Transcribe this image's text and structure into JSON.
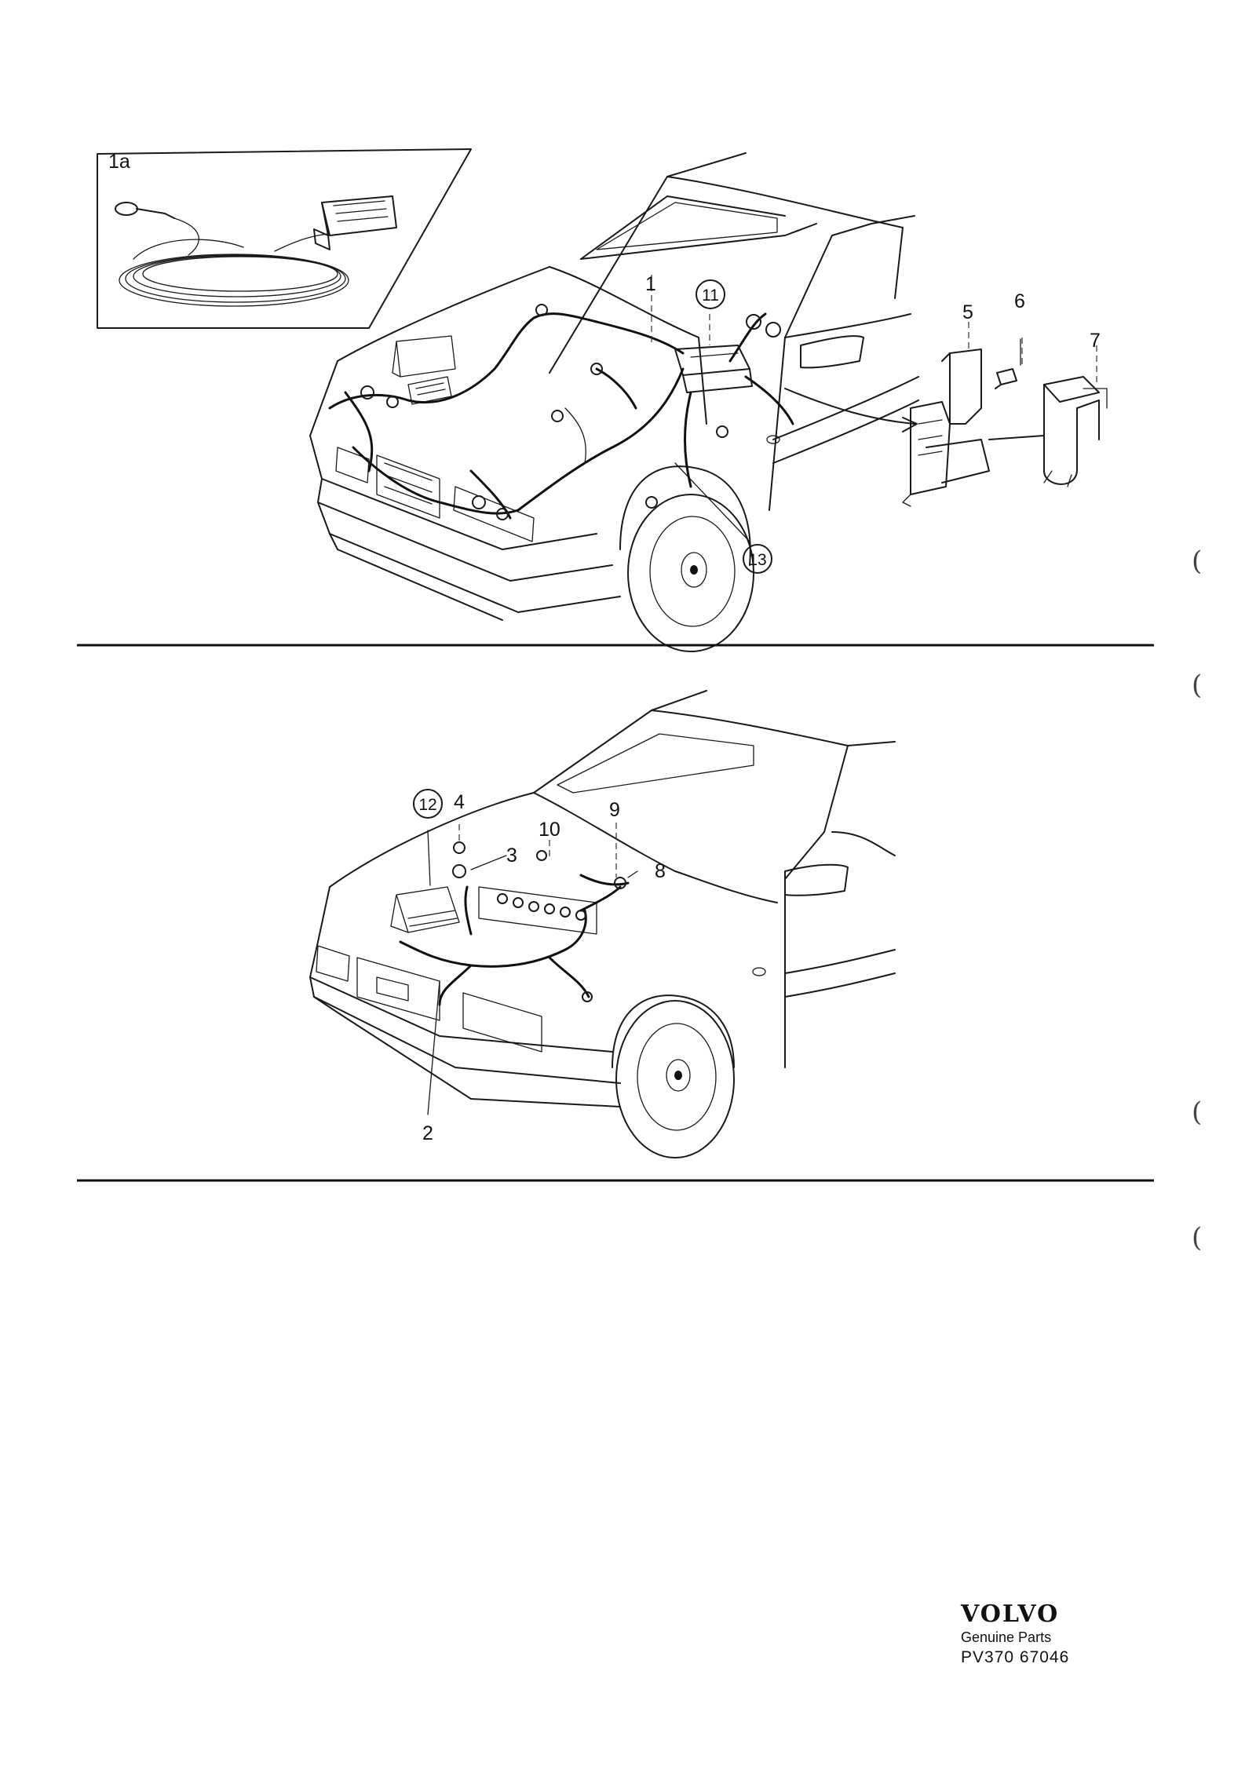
{
  "callouts": {
    "c1a": "1a",
    "c1": "1",
    "c2": "2",
    "c3": "3",
    "c4": "4",
    "c5": "5",
    "c6": "6",
    "c7": "7",
    "c8": "8",
    "c9": "9",
    "c10": "10",
    "c11": "11",
    "c12": "12",
    "c13": "13"
  },
  "margin_marks": [
    "(",
    "(",
    "(",
    "("
  ],
  "brand": {
    "logo": "VOLVO",
    "tagline": "Genuine Parts",
    "code": "PV370  67046"
  }
}
